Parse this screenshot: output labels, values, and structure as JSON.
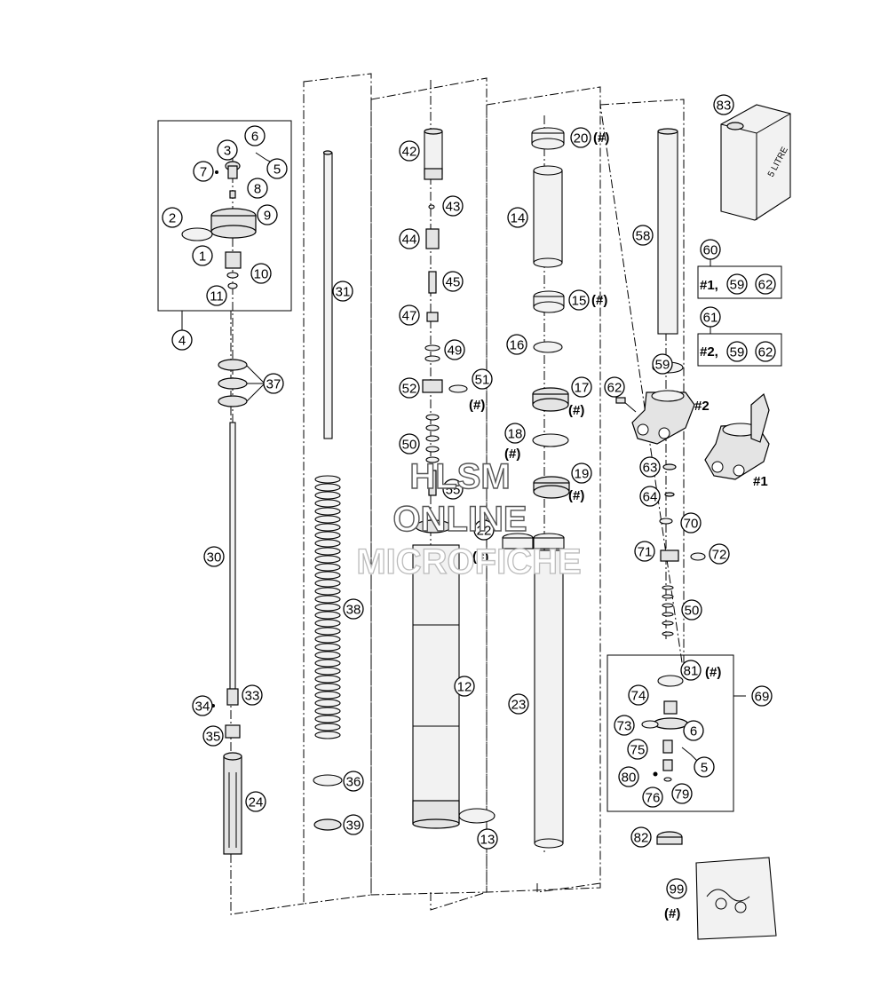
{
  "watermark": {
    "line1": "HLSM",
    "line2": "ONLINE",
    "line3": "MICROFICHE"
  },
  "container_label": "5 LITRE",
  "callouts": [
    {
      "id": "c83",
      "text": "83"
    },
    {
      "id": "c6a",
      "text": "6"
    },
    {
      "id": "c3",
      "text": "3"
    },
    {
      "id": "c5a",
      "text": "5"
    },
    {
      "id": "c7",
      "text": "7"
    },
    {
      "id": "c8",
      "text": "8"
    },
    {
      "id": "c9",
      "text": "9"
    },
    {
      "id": "c2",
      "text": "2"
    },
    {
      "id": "c1",
      "text": "1"
    },
    {
      "id": "c10",
      "text": "10"
    },
    {
      "id": "c11",
      "text": "11"
    },
    {
      "id": "c4",
      "text": "4"
    },
    {
      "id": "c37",
      "text": "37"
    },
    {
      "id": "c30",
      "text": "30"
    },
    {
      "id": "c34",
      "text": "34"
    },
    {
      "id": "c33",
      "text": "33"
    },
    {
      "id": "c35",
      "text": "35"
    },
    {
      "id": "c24",
      "text": "24"
    },
    {
      "id": "c31",
      "text": "31"
    },
    {
      "id": "c38",
      "text": "38"
    },
    {
      "id": "c36",
      "text": "36"
    },
    {
      "id": "c39",
      "text": "39"
    },
    {
      "id": "c42",
      "text": "42"
    },
    {
      "id": "c43",
      "text": "43"
    },
    {
      "id": "c44",
      "text": "44"
    },
    {
      "id": "c45",
      "text": "45"
    },
    {
      "id": "c47",
      "text": "47"
    },
    {
      "id": "c49",
      "text": "49"
    },
    {
      "id": "c52",
      "text": "52"
    },
    {
      "id": "c51",
      "text": "51"
    },
    {
      "id": "c50a",
      "text": "50"
    },
    {
      "id": "c55",
      "text": "55"
    },
    {
      "id": "c22",
      "text": "22"
    },
    {
      "id": "c12",
      "text": "12"
    },
    {
      "id": "c13",
      "text": "13"
    },
    {
      "id": "c20",
      "text": "20"
    },
    {
      "id": "c14",
      "text": "14"
    },
    {
      "id": "c15",
      "text": "15"
    },
    {
      "id": "c16",
      "text": "16"
    },
    {
      "id": "c17",
      "text": "17"
    },
    {
      "id": "c18",
      "text": "18"
    },
    {
      "id": "c19",
      "text": "19"
    },
    {
      "id": "c23",
      "text": "23"
    },
    {
      "id": "c58",
      "text": "58"
    },
    {
      "id": "c60",
      "text": "60"
    },
    {
      "id": "c61",
      "text": "61"
    },
    {
      "id": "c59a",
      "text": "59"
    },
    {
      "id": "c62a",
      "text": "62"
    },
    {
      "id": "c59b",
      "text": "59"
    },
    {
      "id": "c62b",
      "text": "62"
    },
    {
      "id": "c59c",
      "text": "59"
    },
    {
      "id": "c62c",
      "text": "62"
    },
    {
      "id": "c63",
      "text": "63"
    },
    {
      "id": "c64",
      "text": "64"
    },
    {
      "id": "c70",
      "text": "70"
    },
    {
      "id": "c71",
      "text": "71"
    },
    {
      "id": "c72",
      "text": "72"
    },
    {
      "id": "c50b",
      "text": "50"
    },
    {
      "id": "c81",
      "text": "81"
    },
    {
      "id": "c69",
      "text": "69"
    },
    {
      "id": "c74",
      "text": "74"
    },
    {
      "id": "c73",
      "text": "73"
    },
    {
      "id": "c6b",
      "text": "6"
    },
    {
      "id": "c75",
      "text": "75"
    },
    {
      "id": "c5b",
      "text": "5"
    },
    {
      "id": "c80",
      "text": "80"
    },
    {
      "id": "c76",
      "text": "76"
    },
    {
      "id": "c79",
      "text": "79"
    },
    {
      "id": "c82",
      "text": "82"
    },
    {
      "id": "c99",
      "text": "99"
    }
  ],
  "notes": [
    {
      "id": "n20",
      "text": "(#)"
    },
    {
      "id": "n15",
      "text": "(#)"
    },
    {
      "id": "n17",
      "text": "(#)"
    },
    {
      "id": "n18",
      "text": "(#)"
    },
    {
      "id": "n19",
      "text": "(#)"
    },
    {
      "id": "n51",
      "text": "(#)"
    },
    {
      "id": "n22",
      "text": "(#)"
    },
    {
      "id": "n81",
      "text": "(#)"
    },
    {
      "id": "n99",
      "text": "(#)"
    },
    {
      "id": "n60",
      "text": "#1,"
    },
    {
      "id": "n61",
      "text": "#2,"
    },
    {
      "id": "nclamp2",
      "text": "#2"
    },
    {
      "id": "nclamp1",
      "text": "#1"
    }
  ]
}
